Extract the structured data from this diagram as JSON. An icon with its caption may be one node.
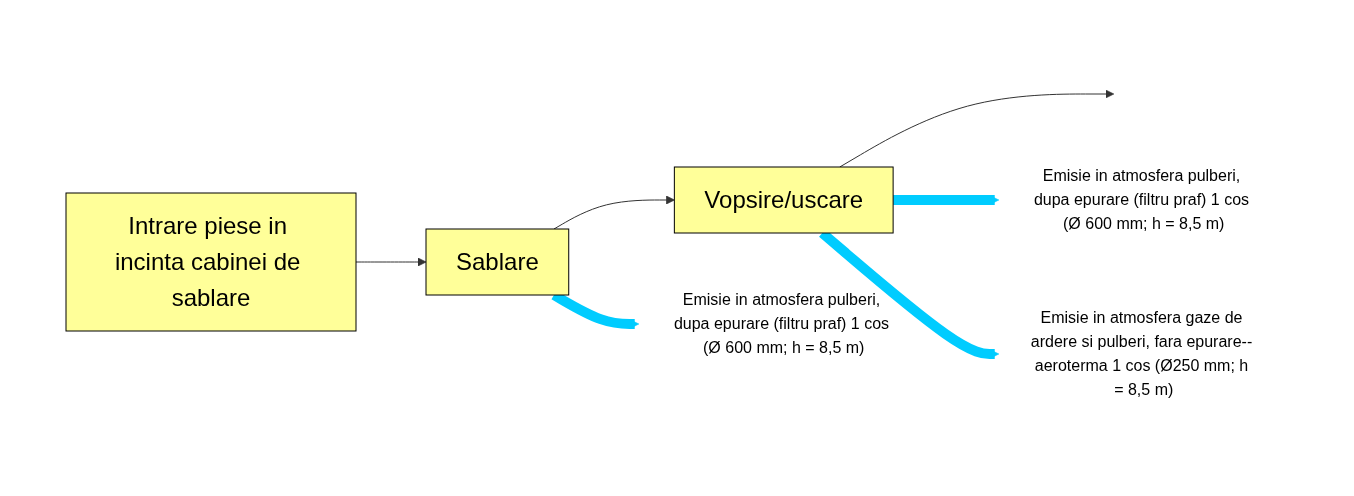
{
  "diagram": {
    "nodes": [
      {
        "text": [
          "Intrare piese in incinta cabinei de sablare"
        ]
      },
      {
        "text": [
          "Sablare"
        ]
      },
      {
        "text": [
          "Vopsire/uscare"
        ]
      },
      {
        "text": [
          "Emisie in atmosfera pulberi, dupa epurare (filtru praf) 1 cos (Ø 600 mm; h = 8,5 m)"
        ]
      },
      {
        "text": [
          "Emisie in atmosfera pulberi, dupa epurare (filtru praf) 1 cos (Ø 600 mm; h = 8,5 m)"
        ]
      },
      {
        "text": [
          "Emisie in atmosfera gaze de ardere si pulberi, fara epurare-- aeroterma 1 cos (Ø250 mm; h = 8,5 m)"
        ]
      }
    ],
    "edges": [
      {
        "from": 0,
        "to": 1,
        "arrow": "to"
      },
      {
        "from": 1,
        "to": 2,
        "arrow": "to"
      },
      {
        "from": 2,
        "to": null,
        "arrow": "to"
      },
      {
        "from": 1,
        "to": 3,
        "arrow": "to",
        "style": "thick",
        "color": "#00ccff"
      },
      {
        "from": 2,
        "to": 4,
        "arrow": "to",
        "style": "thick",
        "color": "#00ccff"
      },
      {
        "from": 2,
        "to": 5,
        "arrow": "to",
        "style": "thick",
        "color": "#00ccff"
      }
    ]
  }
}
